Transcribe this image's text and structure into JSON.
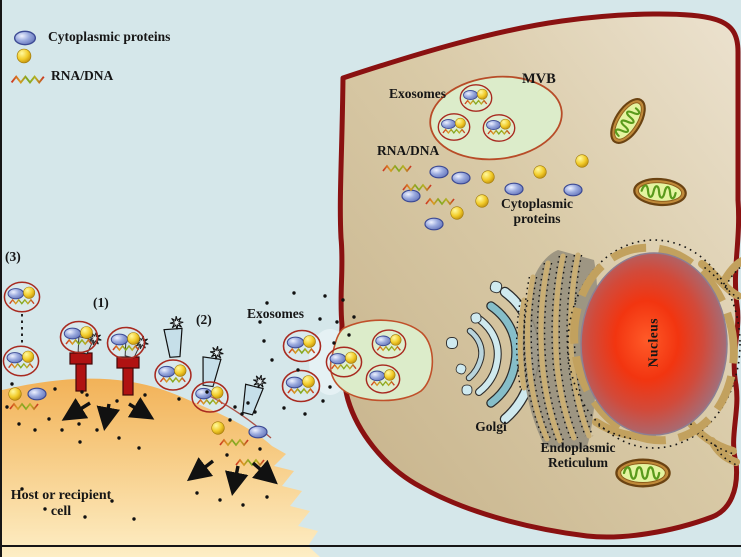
{
  "legend": {
    "cytoplasmic_proteins": "Cytoplasmic proteins",
    "rna_dna": "RNA/DNA"
  },
  "donor_cell": {
    "exosomes": "Exosomes",
    "mvb": "MVB",
    "rna_dna": "RNA/DNA",
    "cytoplasmic_proteins": "Cytoplasmic proteins",
    "golgi": "Golgi",
    "endoplasmic_reticulum": "Endoplasmic Reticulum",
    "nucleus": "Nucleus"
  },
  "extracellular": {
    "exosomes": "Exosomes"
  },
  "recipient_cell": {
    "label": "Host or recipient cell"
  },
  "uptake_mechanisms": {
    "m1": "(1)",
    "m2": "(2)",
    "m3": "(3)"
  },
  "colors": {
    "background": "#d5e7ea",
    "cell_membrane": "#8a1111",
    "donor_cell_fill": "#d8c9a6",
    "host_cell_top": "#f2b258",
    "host_cell_bottom": "#fdeec5",
    "mvb_fill": "#dcecca",
    "exosome_outline": "#a82a20",
    "protein_blue": "#7b8cc8",
    "protein_yellow": "#e8c010",
    "nucleus_center": "#f23510",
    "nuclear_envelope": "#c2a15e",
    "golgi_blue": "#cfe9ee",
    "er_tan": "#c9ae74",
    "mitochondrion_green": "#d8ef9a",
    "receptor_red": "#b01212",
    "receptor_wedge_blue": "#c6dfe9"
  }
}
